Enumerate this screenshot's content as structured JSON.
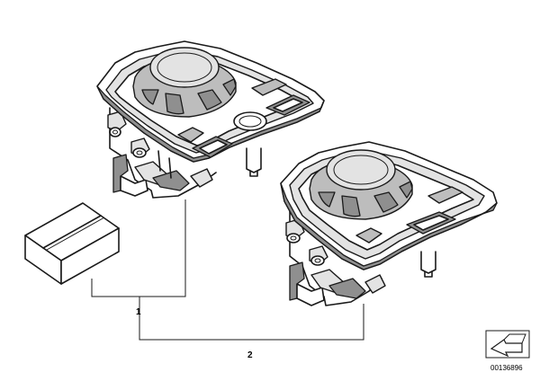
{
  "callouts": [
    {
      "label": "1"
    },
    {
      "label": "2"
    }
  ],
  "diagram_id": "00136896",
  "icons": [
    "controller-icon",
    "controller-icon",
    "package-box-icon",
    "navigation-arrow-icon"
  ]
}
